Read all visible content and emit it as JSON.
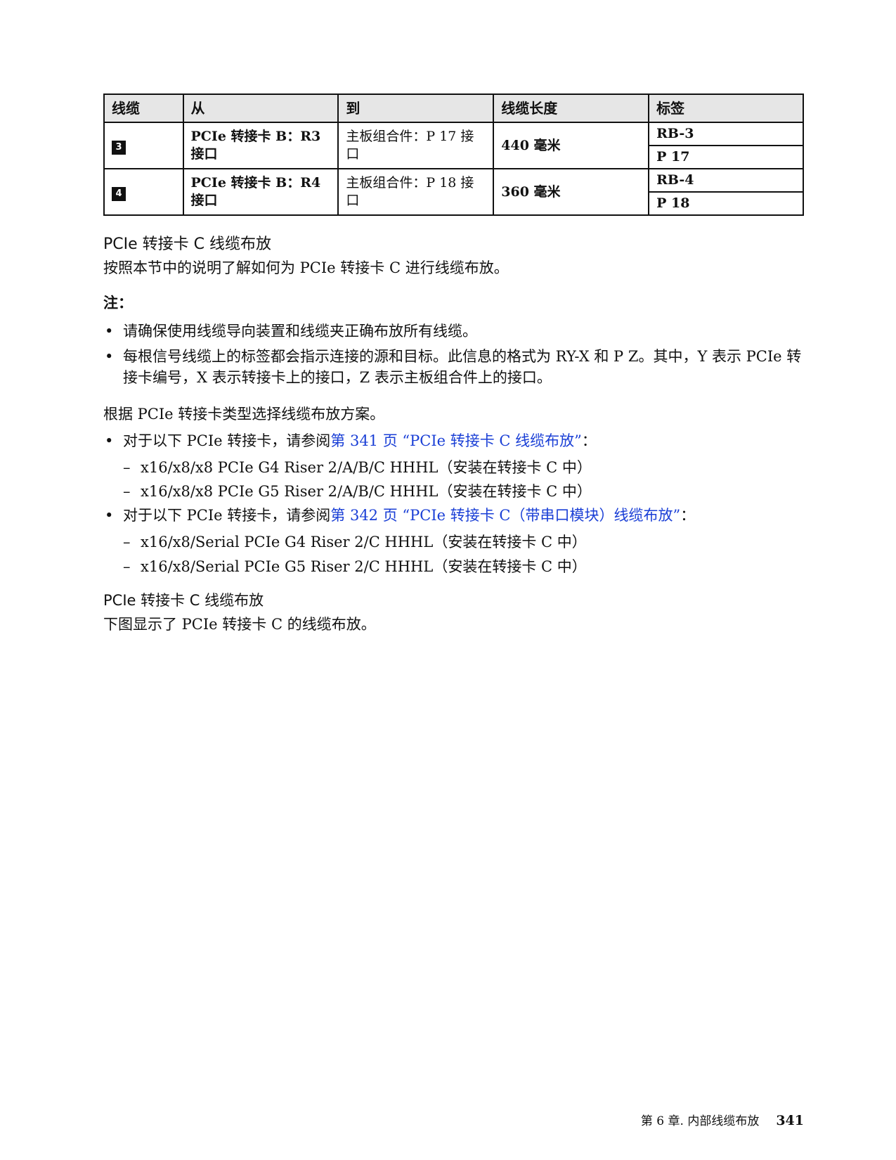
{
  "table": {
    "headers": [
      "线缆",
      "从",
      "到",
      "线缆长度",
      "标签"
    ],
    "rows": [
      {
        "callout": "3",
        "from": "PCIe 转接卡 B：R3 接口",
        "to": "主板组合件：P 17 接口",
        "length": "440 毫米",
        "label1": "RB-3",
        "label2": "P 17"
      },
      {
        "callout": "4",
        "from": "PCIe 转接卡 B：R4 接口",
        "to": "主板组合件：P 18 接口",
        "length": "360 毫米",
        "label1": "RB-4",
        "label2": "P 18"
      }
    ]
  },
  "section": {
    "title": "PCIe 转接卡 C 线缆布放",
    "intro": "按照本节中的说明了解如何为 PCIe 转接卡 C 进行线缆布放。",
    "note_heading": "注：",
    "notes": [
      "请确保使用线缆导向装置和线缆夹正确布放所有线缆。",
      "每根信号线缆上的标签都会指示连接的源和目标。此信息的格式为 RY-X 和 P Z。其中，Y 表示 PCIe 转接卡编号，X 表示转接卡上的接口，Z 表示主板组合件上的接口。"
    ],
    "select_text": "根据 PCIe 转接卡类型选择线缆布放方案。",
    "option1": {
      "prefix": "对于以下 PCIe 转接卡，请参阅",
      "link": "第 341 页 “PCIe 转接卡 C 线缆布放”",
      "suffix": "：",
      "items": [
        "x16/x8/x8 PCIe G4 Riser 2/A/B/C HHHL（安装在转接卡 C 中）",
        "x16/x8/x8 PCIe G5 Riser 2/A/B/C HHHL（安装在转接卡 C 中）"
      ]
    },
    "option2": {
      "prefix": "对于以下 PCIe 转接卡，请参阅",
      "link": "第 342 页 “PCIe 转接卡 C（带串口模块）线缆布放”",
      "suffix": "：",
      "items": [
        "x16/x8/Serial PCIe G4 Riser 2/C HHHL（安装在转接卡 C 中）",
        "x16/x8/Serial PCIe G5 Riser 2/C HHHL（安装在转接卡 C 中）"
      ]
    }
  },
  "subsection": {
    "title": "PCIe 转接卡 C 线缆布放",
    "text": "下图显示了 PCIe 转接卡 C 的线缆布放。"
  },
  "footer": {
    "chapter": "第 6 章. 内部线缆布放",
    "page": "341"
  }
}
